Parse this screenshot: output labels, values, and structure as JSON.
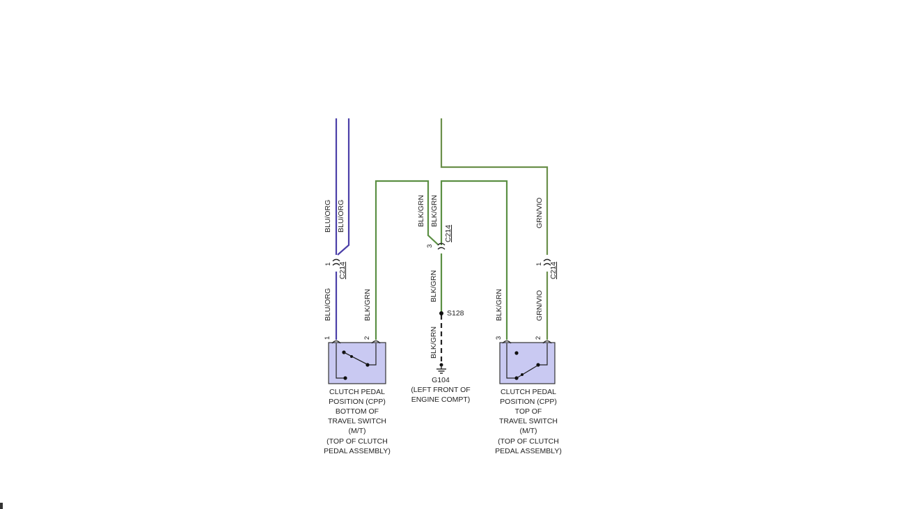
{
  "colors": {
    "blu_org": "#4b3fa8",
    "grn": "#5b8f43",
    "grn_vio": "#6a8f4a",
    "switch_fill": "#c9c9f2",
    "ink": "#222222"
  },
  "wires": {
    "blu_org_left": "BLU/ORG",
    "blu_org_right": "BLU/ORG",
    "blu_org_lower": "BLU/ORG",
    "blk_grn_left": "BLK/GRN",
    "blk_grn_upper_a": "BLK/GRN",
    "blk_grn_upper_b": "BLK/GRN",
    "blk_grn_mid": "BLK/GRN",
    "blk_grn_ground": "BLK/GRN",
    "blk_grn_right": "BLK/GRN",
    "grn_vio_upper": "GRN/VIO",
    "grn_vio_lower": "GRN/VIO"
  },
  "connectors": {
    "c214_left": "C214",
    "c214_center": "C214",
    "c214_right": "C214",
    "pin_left_c214": "1",
    "pin_center_c214": "3",
    "pin_right_c214": "1"
  },
  "pins": {
    "bottom_switch_pin1": "1",
    "bottom_switch_pin2": "2",
    "top_switch_pin3": "3",
    "top_switch_pin2": "2"
  },
  "splice": "S128",
  "ground": {
    "id": "G104",
    "line1": "(LEFT FRONT OF",
    "line2": "ENGINE COMPT)"
  },
  "bottom_switch": {
    "lines": [
      "CLUTCH PEDAL",
      "POSITION (CPP)",
      "BOTTOM OF",
      "TRAVEL SWITCH",
      "(M/T)",
      "(TOP OF CLUTCH",
      "PEDAL ASSEMBLY)"
    ]
  },
  "top_switch": {
    "lines": [
      "CLUTCH PEDAL",
      "POSITION (CPP)",
      "TOP OF",
      "TRAVEL SWITCH",
      "(M/T)",
      "(TOP OF CLUTCH",
      "PEDAL ASSEMBLY)"
    ]
  }
}
